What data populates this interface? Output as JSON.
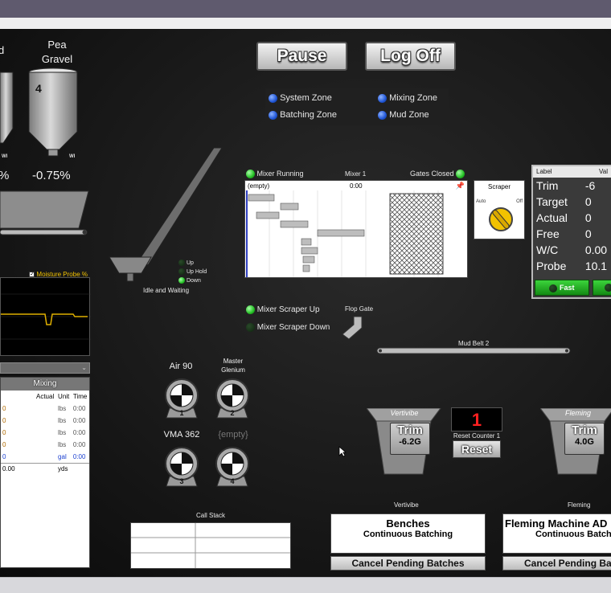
{
  "controls": {
    "pause_label": "Pause",
    "logoff_label": "Log Off"
  },
  "zones": [
    {
      "label": "System Zone"
    },
    {
      "label": "Mixing Zone"
    },
    {
      "label": "Batching Zone"
    },
    {
      "label": "Mud Zone"
    }
  ],
  "bins": {
    "left_partial_label": "d",
    "left_percent": "%",
    "pea_gravel_label_line1": "Pea",
    "pea_gravel_label_line2": "Gravel",
    "pea_gravel_number": "4",
    "pea_gravel_percent": "-0.75%",
    "wi_label": "WI"
  },
  "conveyor": {
    "up_label": "Up",
    "up_hold_label": "Up Hold",
    "down_label": "Down",
    "status": "Idle and Waiting"
  },
  "mixer": {
    "running_label": "Mixer Running",
    "name": "Mixer 1",
    "gates_label": "Gates Closed",
    "empty_label": "(empty)",
    "time": "0:00",
    "scraper_title": "Scraper",
    "scraper_auto": "Auto",
    "scraper_off": "Off",
    "scraper_up_label": "Mixer Scraper Up",
    "scraper_down_label": "Mixer Scraper Down",
    "flop_gate_label": "Flop Gate",
    "mud_belt_label": "Mud Belt 2"
  },
  "moisture": {
    "label": "Moisture Probe %"
  },
  "mixing_table": {
    "title": "Mixing",
    "headers": [
      "Actual",
      "Unit",
      "Time"
    ],
    "rows": [
      {
        "actual": "0",
        "unit": "lbs",
        "time": "0:00"
      },
      {
        "actual": "0",
        "unit": "lbs",
        "time": "0:00"
      },
      {
        "actual": "0",
        "unit": "lbs",
        "time": "0:00"
      },
      {
        "actual": "0",
        "unit": "lbs",
        "time": "0:00"
      },
      {
        "actual": "0",
        "unit": "gal",
        "time": "0:00"
      },
      {
        "actual": "0.00",
        "unit": "yds",
        "time": ""
      }
    ]
  },
  "additive_panel": {
    "headers": [
      "Label",
      "Val"
    ],
    "rows": [
      {
        "label": "Trim",
        "value": "-6"
      },
      {
        "label": "Target",
        "value": "0"
      },
      {
        "label": "Actual",
        "value": "0"
      },
      {
        "label": "Free",
        "value": "0"
      },
      {
        "label": "W/C",
        "value": "0.00"
      },
      {
        "label": "Probe",
        "value": "10.1"
      }
    ],
    "fast_label": "Fast"
  },
  "pumps": [
    {
      "name": "Air 90",
      "number": "1"
    },
    {
      "name_line1": "Master",
      "name_line2": "Glenium",
      "number": "2"
    },
    {
      "name": "VMA 362",
      "number": "3"
    },
    {
      "name": "{empty}",
      "number": "4"
    }
  ],
  "hoppers": {
    "vertivibe_title": "Vertivibe",
    "vertivibe_trim": "Trim",
    "vertivibe_value": "-6.2G",
    "fleming_title": "Fleming",
    "fleming_trim": "Trim",
    "fleming_value": "4.0G",
    "counter_value": "1",
    "reset_counter_label": "Reset Counter 1",
    "reset_label": "Reset",
    "vertivibe_caption": "Vertivibe",
    "fleming_caption": "Fleming"
  },
  "call_stack": {
    "title": "Call Stack"
  },
  "batching": {
    "benches_title": "Benches",
    "benches_subtitle": "Continuous Batching",
    "benches_cancel": "Cancel Pending Batches",
    "fleming_title": "Fleming Machine AD",
    "fleming_subtitle": "Continuous Batch",
    "fleming_cancel": "Cancel Pending Ba"
  },
  "colors": {
    "accent_yellow": "#f2c200",
    "led_green": "#24c024",
    "led_blue": "#1f55d6",
    "counter_red": "#ff2020",
    "screen_bg": "#141414"
  }
}
